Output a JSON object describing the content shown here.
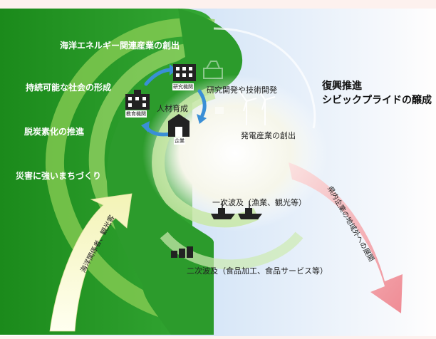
{
  "labels": {
    "marine_energy": "海洋エネルギー関連産業の創出",
    "sustainable": "持続可能な社会の形成",
    "decarbon": "脱炭素化の推進",
    "disaster": "災害に強いまちづくり",
    "research_dev": "研究開発や技術開発",
    "hr_dev": "人材育成",
    "power_industry": "発電産業の創出",
    "reconstruction": "復興推進",
    "civic_pride": "シビックプライドの醸成",
    "primary_effect": "一次波及（漁業、観光等）",
    "secondary_effect": "二次波及（食品加工、食品サービス等）",
    "visitors_arrow": "海洋関係者、観光客",
    "expansion_arrow": "県内企業の地域外への展開",
    "research_inst": "研究機関",
    "education_inst": "教育機関",
    "company": "企業"
  },
  "colors": {
    "green_dark": "#1e8f1e",
    "green_light": "#8ccf55",
    "cycle_arrow": "#3a8fd6",
    "pink_arrow": "#f29aa0",
    "cream_arrow": "#fbfbd8"
  }
}
